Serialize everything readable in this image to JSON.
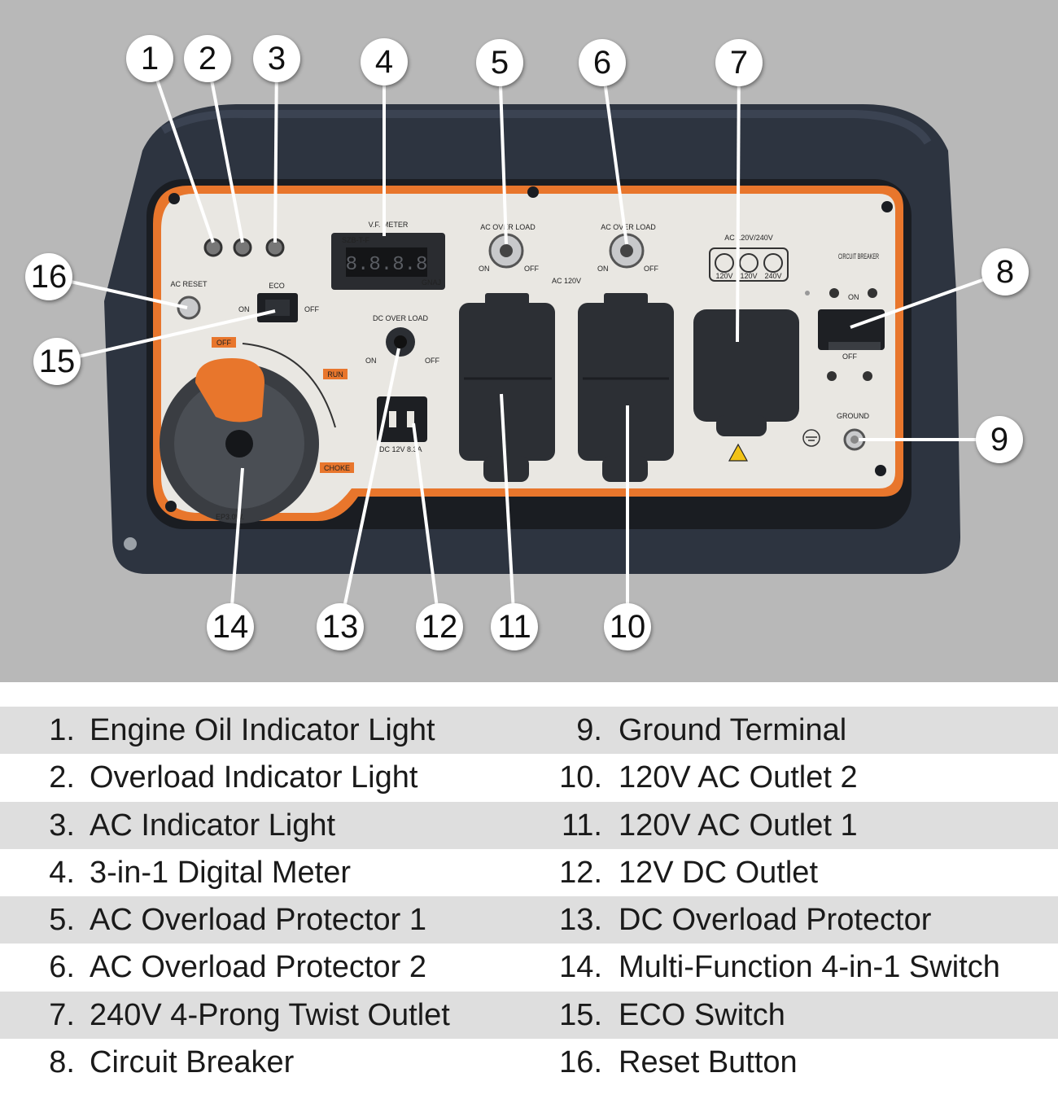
{
  "panel_labels": {
    "vf_meter": "V.F. METER",
    "meter_code": "SZB-T-F",
    "meter_digits": "8.8.8.8",
    "meter_brand": "GNAJ",
    "ac_overload_1": "AC OVER LOAD",
    "ac_overload_2": "AC OVER LOAD",
    "ac_120v": "AC 120V",
    "ac_120_240v": "AC 120V/240V",
    "twist_120v_a": "120V",
    "twist_120v_b": "120V",
    "twist_240v": "240V",
    "circuit_breaker": "CIRCUIT BREAKER",
    "breaker_on": "ON",
    "breaker_off": "OFF",
    "ac_reset": "AC RESET",
    "eco": "ECO",
    "eco_on": "ON",
    "eco_off": "OFF",
    "dc_overload": "DC OVER LOAD",
    "dc_outlet": "DC 12V 8.3A",
    "switch_off": "OFF",
    "switch_run": "RUN",
    "switch_choke": "CHOKE",
    "on": "ON",
    "off": "OFF",
    "ground": "GROUND",
    "model_fragment": "EP3.0W."
  },
  "callouts": [
    "1",
    "2",
    "3",
    "4",
    "5",
    "6",
    "7",
    "8",
    "9",
    "10",
    "11",
    "12",
    "13",
    "14",
    "15",
    "16"
  ],
  "legend": [
    {
      "left_num": "1.",
      "left_text": "Engine Oil Indicator Light",
      "right_num": "9.",
      "right_text": "Ground Terminal"
    },
    {
      "left_num": "2.",
      "left_text": "Overload Indicator Light",
      "right_num": "10.",
      "right_text": "120V AC Outlet 2"
    },
    {
      "left_num": "3.",
      "left_text": "AC Indicator Light",
      "right_num": "11.",
      "right_text": "120V AC Outlet 1"
    },
    {
      "left_num": "4.",
      "left_text": "3-in-1 Digital Meter",
      "right_num": "12.",
      "right_text": "12V DC Outlet"
    },
    {
      "left_num": "5.",
      "left_text": "AC Overload Protector 1",
      "right_num": "13.",
      "right_text": "DC Overload Protector"
    },
    {
      "left_num": "6.",
      "left_text": "AC Overload Protector 2",
      "right_num": "14.",
      "right_text": "Multi-Function 4-in-1 Switch"
    },
    {
      "left_num": "7.",
      "left_text": "240V 4-Prong Twist Outlet",
      "right_num": "15.",
      "right_text": "ECO Switch"
    },
    {
      "left_num": "8.",
      "left_text": "Circuit Breaker",
      "right_num": "16.",
      "right_text": "Reset Button"
    }
  ],
  "colors": {
    "background": "#b8b8b8",
    "housing": "#2d3440",
    "accent_orange": "#e8762c",
    "faceplate": "#e9e7e2"
  }
}
